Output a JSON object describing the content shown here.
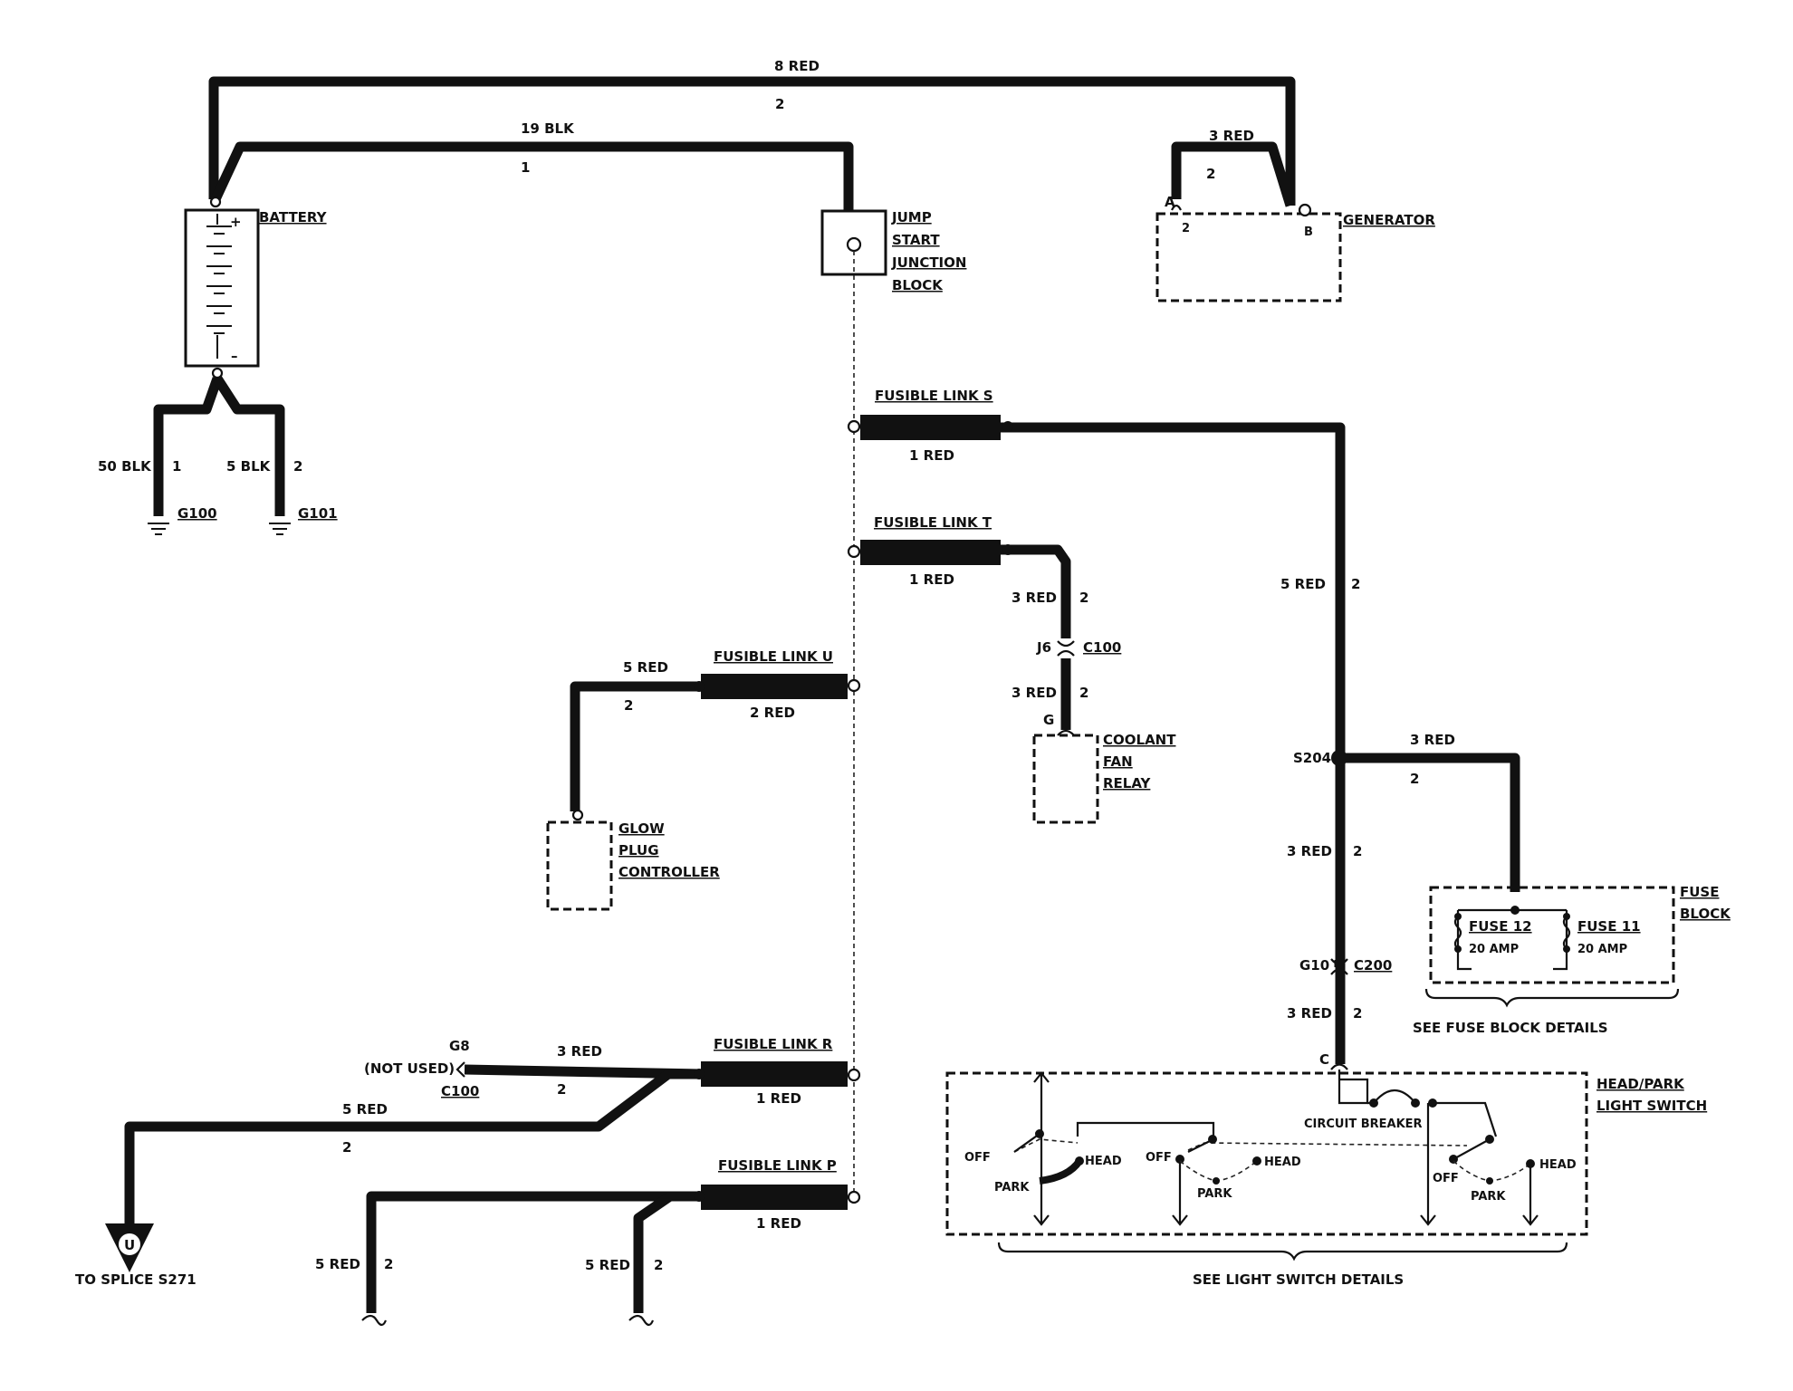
{
  "battery": {
    "label": "BATTERY",
    "pos": "+",
    "neg": "–"
  },
  "wire_top": {
    "gauge": "8 RED",
    "circuit": "2"
  },
  "wire_blk": {
    "gauge": "19 BLK",
    "circuit": "1"
  },
  "ground_left": {
    "gauge": "50 BLK",
    "circuit": "1",
    "ground": "G100"
  },
  "ground_right": {
    "gauge": "5 BLK",
    "circuit": "2",
    "ground": "G101"
  },
  "jump_start": {
    "line1": "JUMP",
    "line2": "START",
    "line3": "JUNCTION",
    "line4": "BLOCK"
  },
  "generator": {
    "label": "GENERATOR",
    "wire": "3 RED",
    "circuit": "2",
    "term_a": "A",
    "term_a_num": "2",
    "term_b": "B"
  },
  "fusible_s": {
    "name": "FUSIBLE LINK S",
    "wire": "1 RED"
  },
  "fusible_t": {
    "name": "FUSIBLE LINK T",
    "wire": "1 RED"
  },
  "fusible_u": {
    "name": "FUSIBLE LINK U",
    "wire": "2 RED"
  },
  "fusible_r": {
    "name": "FUSIBLE LINK R",
    "wire": "1 RED"
  },
  "fusible_p": {
    "name": "FUSIBLE LINK P",
    "wire": "1 RED"
  },
  "coolant": {
    "wire_upper": "3 RED",
    "circ_upper": "2",
    "pin": "J6",
    "conn": "C100",
    "wire_lower": "3 RED",
    "circ_lower": "2",
    "term": "G",
    "line1": "COOLANT",
    "line2": "FAN",
    "line3": "RELAY"
  },
  "glow": {
    "wire": "5 RED",
    "circuit": "2",
    "line1": "GLOW",
    "line2": "PLUG",
    "line3": "CONTROLLER"
  },
  "right_feed": {
    "wire1": "5 RED",
    "circ1": "2",
    "splice": "S204",
    "wire2": "3 RED",
    "circ2": "2",
    "pin": "G10",
    "conn": "C200",
    "wire3": "3 RED",
    "circ3": "2",
    "term": "C"
  },
  "fuse_branch": {
    "wire": "3 RED",
    "circuit": "2"
  },
  "fuse_block": {
    "line1": "FUSE",
    "line2": "BLOCK",
    "fuse12": "FUSE 12",
    "fuse12_amp": "20 AMP",
    "fuse11": "FUSE 11",
    "fuse11_amp": "20 AMP",
    "details": "SEE FUSE BLOCK DETAILS"
  },
  "link_r_wires": {
    "pin": "G8",
    "not_used": "(NOT USED)",
    "conn": "C100",
    "wire_a": "3 RED",
    "circ_a": "2",
    "wire_b": "5 RED",
    "circ_b": "2",
    "splice_letter": "U",
    "splice_text": "TO SPLICE S271"
  },
  "link_p_wires": {
    "wire_a": "5 RED",
    "circ_a": "2",
    "wire_b": "5 RED",
    "circ_b": "2"
  },
  "light_switch": {
    "line1": "HEAD/PARK",
    "line2": "LIGHT SWITCH",
    "breaker": "CIRCUIT BREAKER",
    "off": "OFF",
    "park": "PARK",
    "head": "HEAD",
    "details": "SEE LIGHT SWITCH DETAILS"
  }
}
